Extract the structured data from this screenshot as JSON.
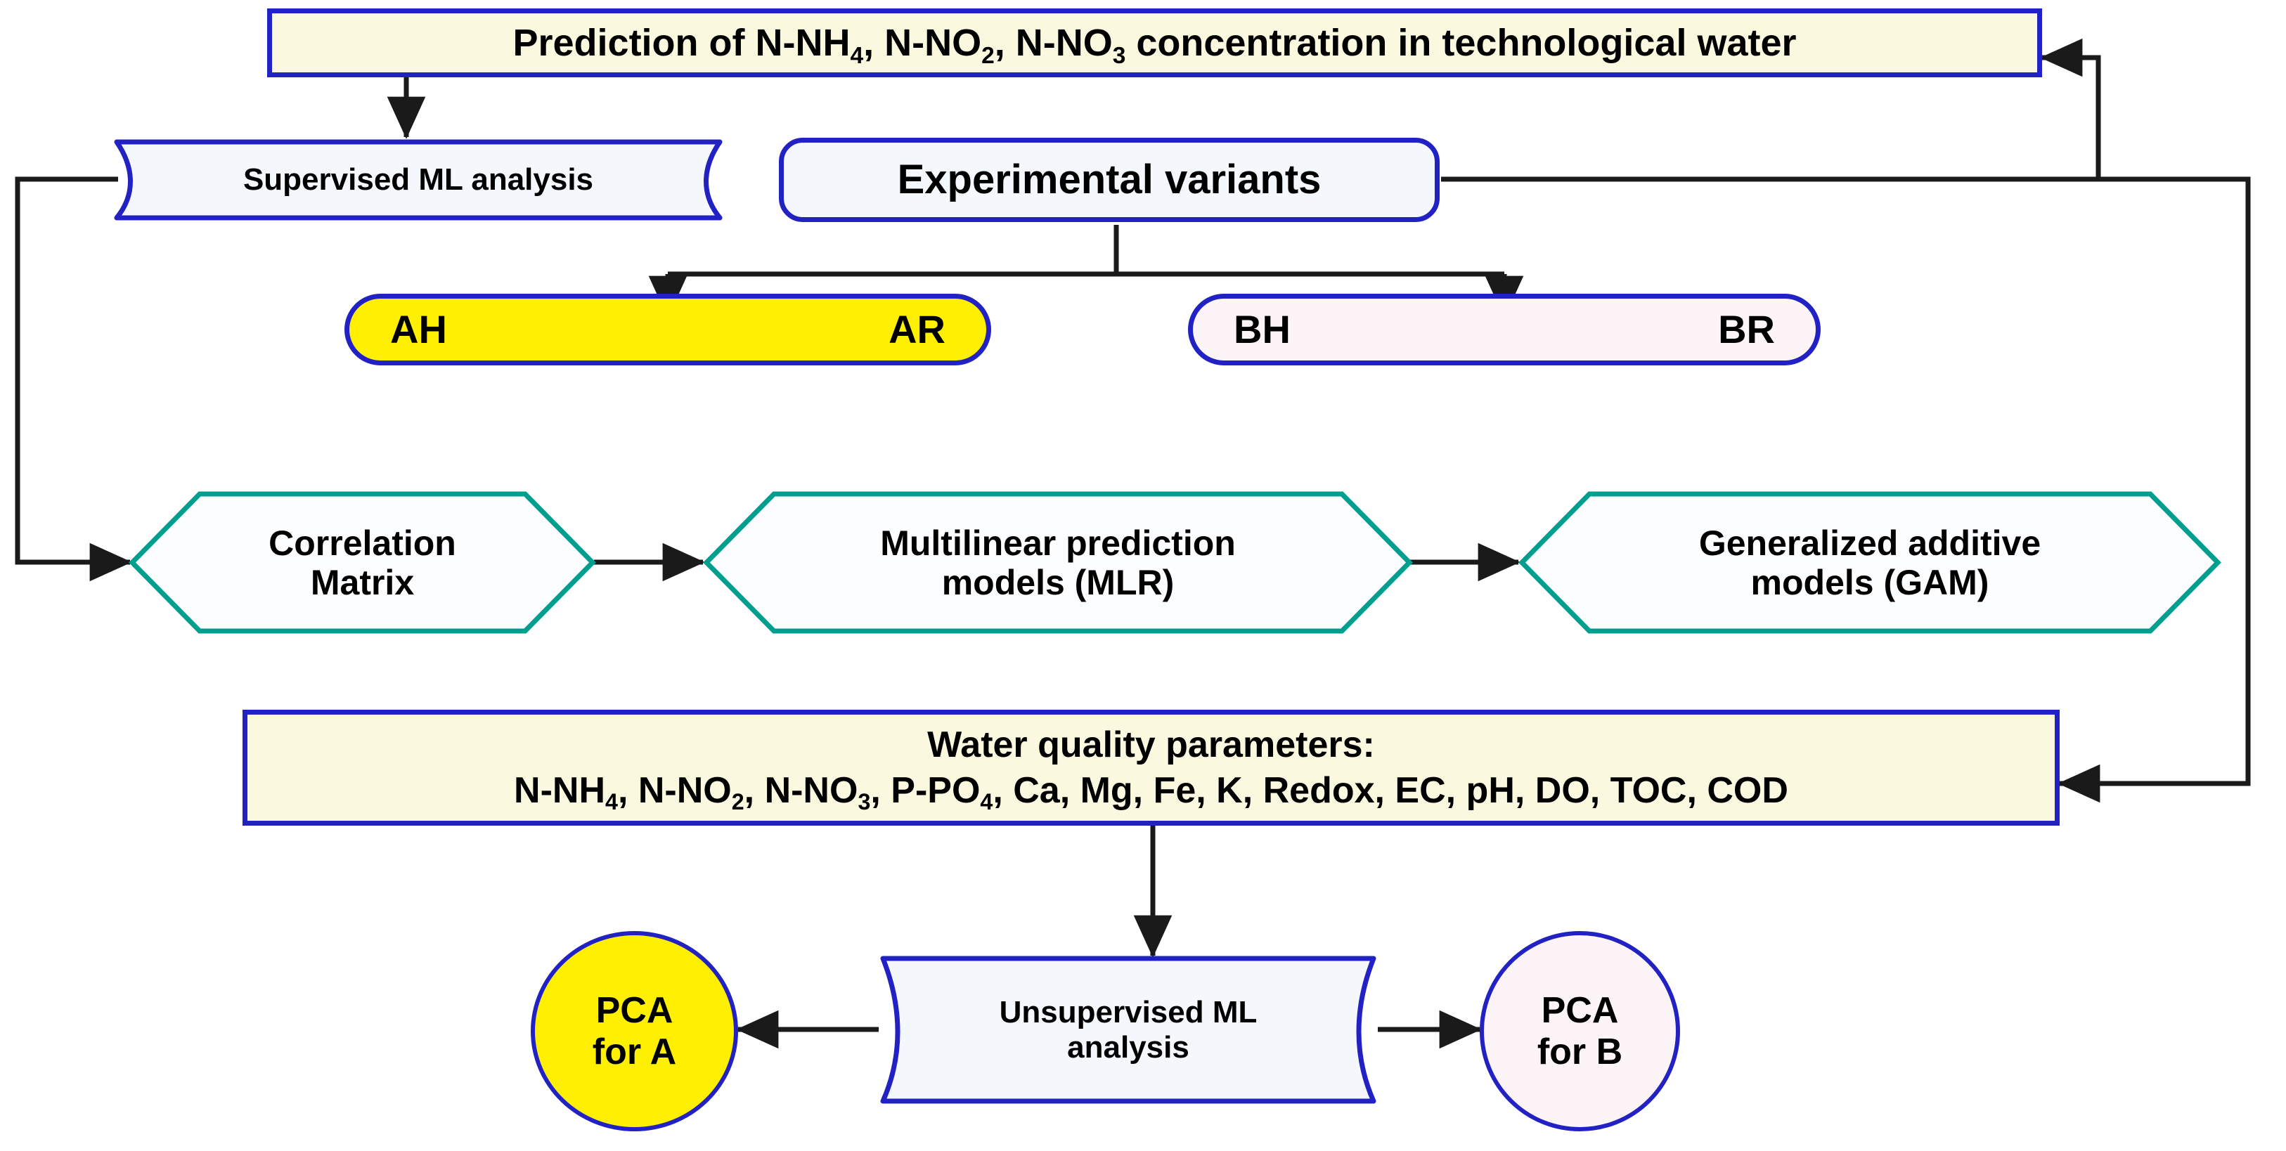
{
  "diagram": {
    "title_box": {
      "text_prefix": "Prediction of  N-NH",
      "sub1": "4",
      "mid1": ", N-NO",
      "sub2": "2",
      "mid2": ", N-NO",
      "sub3": "3",
      "text_suffix": " concentration in technological water",
      "full_text": "Prediction of  N-NH4, N-NO2, N-NO3 concentration in technological water",
      "fill": "#fbf8e0",
      "border": "#2222c4"
    },
    "supervised": {
      "label": "Supervised ML analysis",
      "fill": "#f4f8fd",
      "border": "#2222c4"
    },
    "experimental": {
      "label": "Experimental variants",
      "fill": "#f4f8fd",
      "border": "#2222c4"
    },
    "variant_a": {
      "left": "AH",
      "right": "AR",
      "fill": "#ffef00",
      "border": "#2222c4"
    },
    "variant_b": {
      "left": "BH",
      "right": "BR",
      "fill": "#fcf4f6",
      "border": "#2222c4"
    },
    "hexagons": [
      {
        "line1": "Correlation",
        "line2": "Matrix",
        "border": "#009e8e",
        "fill": "#fcfdff"
      },
      {
        "line1": "Multilinear prediction",
        "line2": "models (MLR)",
        "border": "#009e8e",
        "fill": "#fcfdff"
      },
      {
        "line1": "Generalized additive",
        "line2": "models (GAM)",
        "border": "#009e8e",
        "fill": "#fcfdff"
      }
    ],
    "params_box": {
      "line1": "Water quality parameters:",
      "line2_full": "N-NH4, N-NO2, N-NO3, P-PO4, Ca, Mg, Fe, K, Redox, EC, pH, DO, TOC, COD",
      "p1": "N-NH",
      "p1s": "4",
      "p2": ", N-NO",
      "p2s": "2",
      "p3": ", N-NO",
      "p3s": "3",
      "p4": ", P-PO",
      "p4s": "4",
      "p5": ", Ca, Mg, Fe, K, Redox, EC, pH, DO, TOC, COD",
      "fill": "#fbf8e0",
      "border": "#2222c4"
    },
    "unsupervised": {
      "line1": "Unsupervised ML",
      "line2": "analysis",
      "fill": "#f4f8fd",
      "border": "#2222c4"
    },
    "pca_a": {
      "line1": "PCA",
      "line2": "for A",
      "fill": "#ffef00",
      "border": "#2222c4"
    },
    "pca_b": {
      "line1": "PCA",
      "line2": "for B",
      "fill": "#fcf4f6",
      "border": "#2222c4"
    },
    "colors": {
      "arrow": "#1a1a1a",
      "teal": "#009e8e",
      "blue": "#2222c4",
      "cream": "#fbf8e0",
      "yellow": "#ffef00",
      "pink": "#fcf4f6",
      "bluewhite": "#f4f8fd",
      "background": "#ffffff"
    }
  }
}
